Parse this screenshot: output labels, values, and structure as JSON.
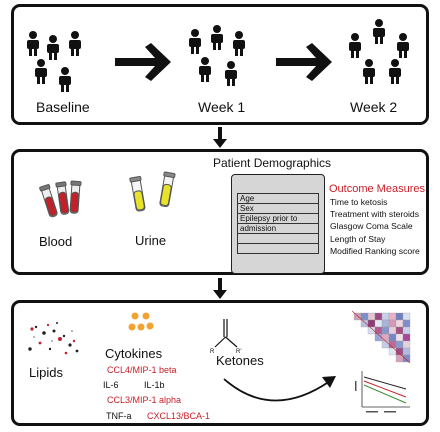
{
  "timeline": {
    "stages": [
      "Baseline",
      "Week 1",
      "Week 2"
    ]
  },
  "demographics": {
    "title": "Patient Demographics",
    "samples": [
      "Blood",
      "Urine"
    ],
    "fields": [
      "Age",
      "Sex",
      "Epilepsy prior to",
      "admission"
    ],
    "outcome_title": "Outcome Measures",
    "outcomes": [
      "Time to ketosis",
      "Treatment with steroids",
      "Glasgow Coma Scale",
      "Length of Stay",
      "Modified Ranking score"
    ]
  },
  "analytes": {
    "lipids_label": "Lipids",
    "cytokines_label": "Cytokines",
    "cytokines": [
      "CCL4/MIP-1 beta",
      "IL-6",
      "IL-1b",
      "CCL3/MIP-1 alpha",
      "TNF-a",
      "CXCL13/BCA-1"
    ],
    "ketones_label": "Ketones",
    "ketone_R1": "R",
    "ketone_R2": "R'"
  },
  "colors": {
    "accent_red": "#c8202a",
    "urine_yellow": "#e8e22a",
    "blood_red": "#c4202a",
    "cytokine_orange": "#f2a233",
    "card_gray": "#d6d6d6"
  }
}
